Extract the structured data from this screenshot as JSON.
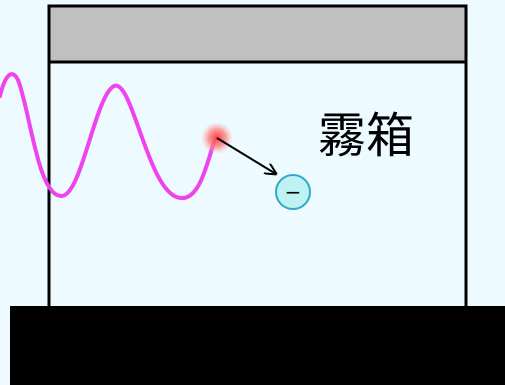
{
  "colors": {
    "background": "#edfaff",
    "chamber_lid": "#c0c0c0",
    "chamber_body": "#edfaff",
    "chamber_outline": "#000000",
    "base": "#000000",
    "wave": "#ee44ee",
    "interaction_glow": "#ff3b3b",
    "electron_fill": "#bff3f3",
    "electron_outline": "#30a8c8",
    "arrow": "#000000"
  },
  "chamber": {
    "label": "霧箱"
  },
  "electron": {
    "sign": "−"
  },
  "icons": {
    "wave": "wavy-photon-path",
    "interaction": "red-glow-dot",
    "electron": "circle-minus",
    "arrow": "arrow-right-down"
  }
}
